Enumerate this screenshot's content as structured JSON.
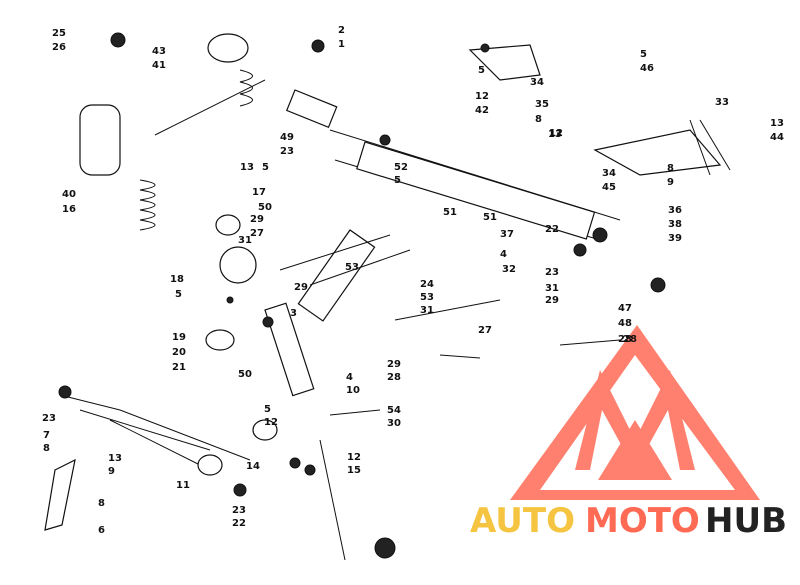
{
  "labels": [
    "25",
    "26",
    "43",
    "41",
    "2",
    "1",
    "49",
    "23",
    "40",
    "16",
    "17",
    "50",
    "29",
    "27",
    "31",
    "5",
    "18",
    "19",
    "20",
    "21",
    "3",
    "4",
    "10",
    "50",
    "5",
    "12",
    "14",
    "11",
    "23",
    "22",
    "6",
    "8",
    "7",
    "8",
    "13",
    "9",
    "23",
    "53",
    "24",
    "53",
    "31",
    "51",
    "52",
    "5",
    "13",
    "12",
    "34",
    "45",
    "8",
    "9",
    "36",
    "38",
    "39",
    "22",
    "23",
    "37",
    "4",
    "32",
    "51",
    "31",
    "29",
    "27",
    "28",
    "29",
    "28",
    "54",
    "30",
    "12",
    "15",
    "47",
    "48",
    "28",
    "5",
    "46",
    "5",
    "34",
    "12",
    "42",
    "35",
    "8",
    "13",
    "33",
    "13",
    "44",
    "5",
    "29"
  ],
  "watermark": {
    "auto": "AUTO",
    "moto": "MOTO",
    "hub": "HUB",
    "color": "#ff6a55",
    "gold": "#f5c542",
    "dark": "#222222"
  }
}
